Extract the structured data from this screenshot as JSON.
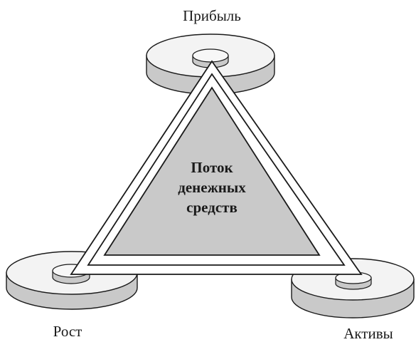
{
  "diagram": {
    "center_label_lines": [
      "Поток",
      "денежных",
      "средств"
    ],
    "vertices": {
      "top": "Прибыль",
      "bottom_left": "Рост",
      "bottom_right": "Активы"
    },
    "colors": {
      "fill_gray": "#c9c9c9",
      "disc_top": "#f3f3f3",
      "stroke": "#1a1a1a",
      "background": "#ffffff"
    }
  }
}
